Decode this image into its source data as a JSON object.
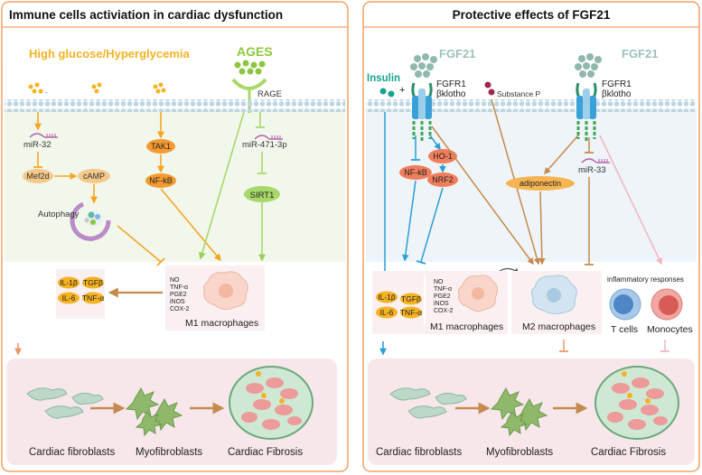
{
  "left": {
    "title": "Immune cells activiation in cardiac dysfunction",
    "high_glucose": "High glucose/Hyperglycemia",
    "ages": "AGES",
    "rage": "RAGE",
    "mir32": "miR-32",
    "mef2d": "Mef2d",
    "camp": "cAMP",
    "tak1": "TAK1",
    "nfkb": "NF-kB",
    "mir471": "miR-471-3p",
    "sirt1": "SIRT1",
    "autophagy": "Autophagy",
    "mediators": [
      "NO",
      "TNF-α",
      "PGE2",
      "iNOS",
      "COX-2"
    ],
    "cytokines": [
      "IL-1β",
      "TGFβ",
      "IL-6",
      "TNF-α"
    ],
    "m1": "M1 macrophages",
    "fibroblasts": "Cardiac fibroblasts",
    "myofibroblasts": "Myofibroblasts",
    "fibrosis": "Cardiac Fibrosis"
  },
  "right": {
    "title": "Protective effects of FGF21",
    "fgf21_a": "FGF21",
    "fgf21_b": "FGF21",
    "insulin": "Insulin",
    "plus": "+",
    "fgfr1_a": "FGFR1",
    "bklotho_a": "βklotho",
    "fgfr1_b": "FGFR1",
    "bklotho_b": "βklotho",
    "substance_p": "Substance P",
    "ho1": "HO-1",
    "nfkb": "NF-kB",
    "nrf2": "NRF2",
    "adiponectin": "adiponectin",
    "mir33": "miR-33",
    "mediators": [
      "NO",
      "TNF-α",
      "PGE2",
      "iNOS",
      "COX-2"
    ],
    "cytokines": [
      "IL-1β",
      "TGFβ",
      "IL-6",
      "TNF-α"
    ],
    "m1": "M1 macrophages",
    "m2": "M2 macrophages",
    "inflammatory": "inflammatory responses",
    "tcells": "T cells",
    "monocytes": "Monocytes",
    "fibroblasts": "Cardiac fibroblasts",
    "myofibroblasts": "Myofibroblasts",
    "fibrosis": "Cardiac Fibrosis"
  },
  "colors": {
    "frame": "#f0a06a",
    "glucose": "#f5b324",
    "ages": "#8cc63f",
    "brown": "#c58a4e",
    "blue": "#2a9fd8",
    "orange_node": "#f59a33",
    "salmon_node": "#f07e5c",
    "teal": "#16a38f",
    "membrane": "#c3dbe6"
  }
}
